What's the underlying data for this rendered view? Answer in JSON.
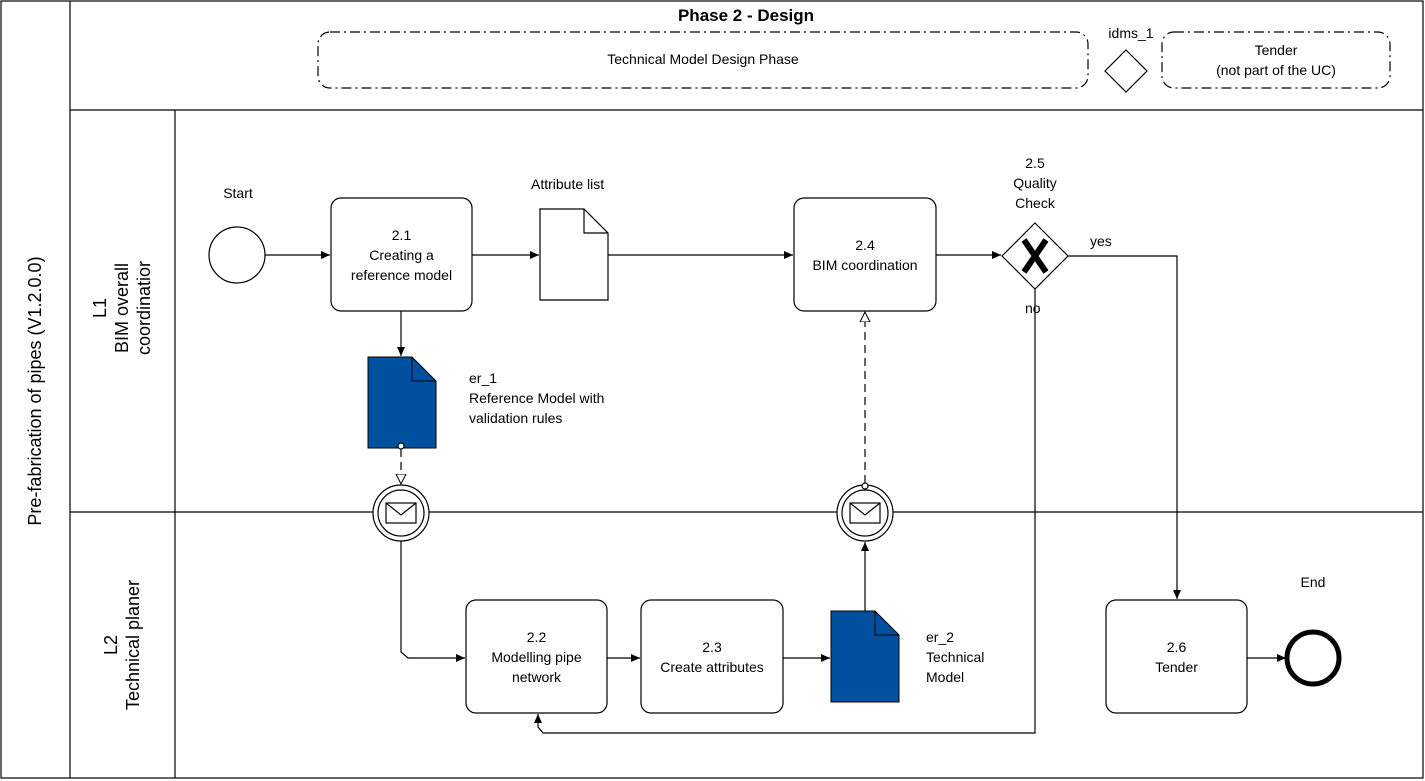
{
  "pool": {
    "title": "Pre-fabrication of pipes (V1.2.0.0)"
  },
  "phase": {
    "title": "Phase 2 - Design",
    "design_group": "Technical Model Design Phase",
    "gateway_label": "idms_1",
    "tender_group_line1": "Tender",
    "tender_group_line2": "(not part of the UC)"
  },
  "lanes": [
    {
      "line1": "L1",
      "line2": "BIM overall",
      "line3": "coordinatior"
    },
    {
      "line1": "L2",
      "line2": "Technical planer"
    }
  ],
  "events": {
    "start": "Start",
    "end": "End"
  },
  "tasks": {
    "t21": {
      "num": "2.1",
      "line1": "Creating a",
      "line2": "reference model"
    },
    "t22": {
      "num": "2.2",
      "line1": "Modelling pipe",
      "line2": "network"
    },
    "t23": {
      "num": "2.3",
      "line1": "Create attributes"
    },
    "t24": {
      "num": "2.4",
      "line1": "BIM coordination"
    },
    "t26": {
      "num": "2.6",
      "line1": "Tender"
    }
  },
  "gateway": {
    "num": "2.5",
    "line1": "Quality",
    "line2": "Check",
    "yes": "yes",
    "no": "no"
  },
  "data_objects": {
    "attribute_list": "Attribute list",
    "er1": {
      "id": "er_1",
      "line1": "Reference Model with",
      "line2": "validation rules"
    },
    "er2": {
      "id": "er_2",
      "line1": "Technical",
      "line2": "Model"
    }
  },
  "colors": {
    "data_fill": "#0050a0",
    "stroke": "#000000",
    "bg": "#ffffff"
  }
}
